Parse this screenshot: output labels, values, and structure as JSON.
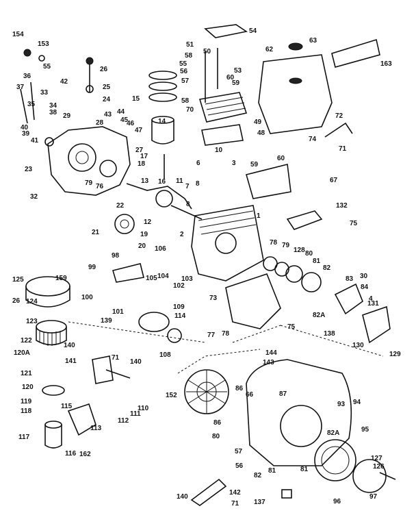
{
  "labels": [
    "154",
    "153",
    "55",
    "26",
    "36",
    "37",
    "33",
    "42",
    "25",
    "24",
    "34",
    "38",
    "35",
    "29",
    "40",
    "39",
    "41",
    "43",
    "44",
    "45",
    "46",
    "47",
    "28",
    "27",
    "23",
    "32",
    "79",
    "76",
    "15",
    "14",
    "17",
    "18",
    "13",
    "16",
    "11",
    "7",
    "22",
    "12",
    "8",
    "21",
    "19",
    "20",
    "54",
    "51",
    "50",
    "58",
    "55",
    "56",
    "57",
    "58",
    "53",
    "60",
    "59",
    "70",
    "49",
    "48",
    "62",
    "63",
    "163",
    "72",
    "74",
    "71",
    "10",
    "6",
    "3",
    "59",
    "8",
    "60",
    "67",
    "1",
    "132",
    "75",
    "2",
    "106",
    "78",
    "79",
    "128",
    "80",
    "81",
    "82",
    "83",
    "30",
    "84",
    "4",
    "82A",
    "131",
    "138",
    "130",
    "129",
    "105",
    "104",
    "103",
    "102",
    "73",
    "75",
    "77",
    "78",
    "98",
    "99",
    "100",
    "101",
    "125",
    "159",
    "26",
    "124",
    "123",
    "122",
    "120A",
    "121",
    "120",
    "119",
    "118",
    "117",
    "116",
    "115",
    "113",
    "162",
    "112",
    "111",
    "110",
    "109",
    "114",
    "108",
    "139",
    "140",
    "141",
    "71",
    "140",
    "144",
    "143",
    "152",
    "86",
    "66",
    "87",
    "94",
    "93",
    "95",
    "86",
    "80",
    "57",
    "56",
    "82",
    "81",
    "82A",
    "81",
    "127",
    "126",
    "97",
    "96",
    "140",
    "142",
    "71",
    "137"
  ]
}
